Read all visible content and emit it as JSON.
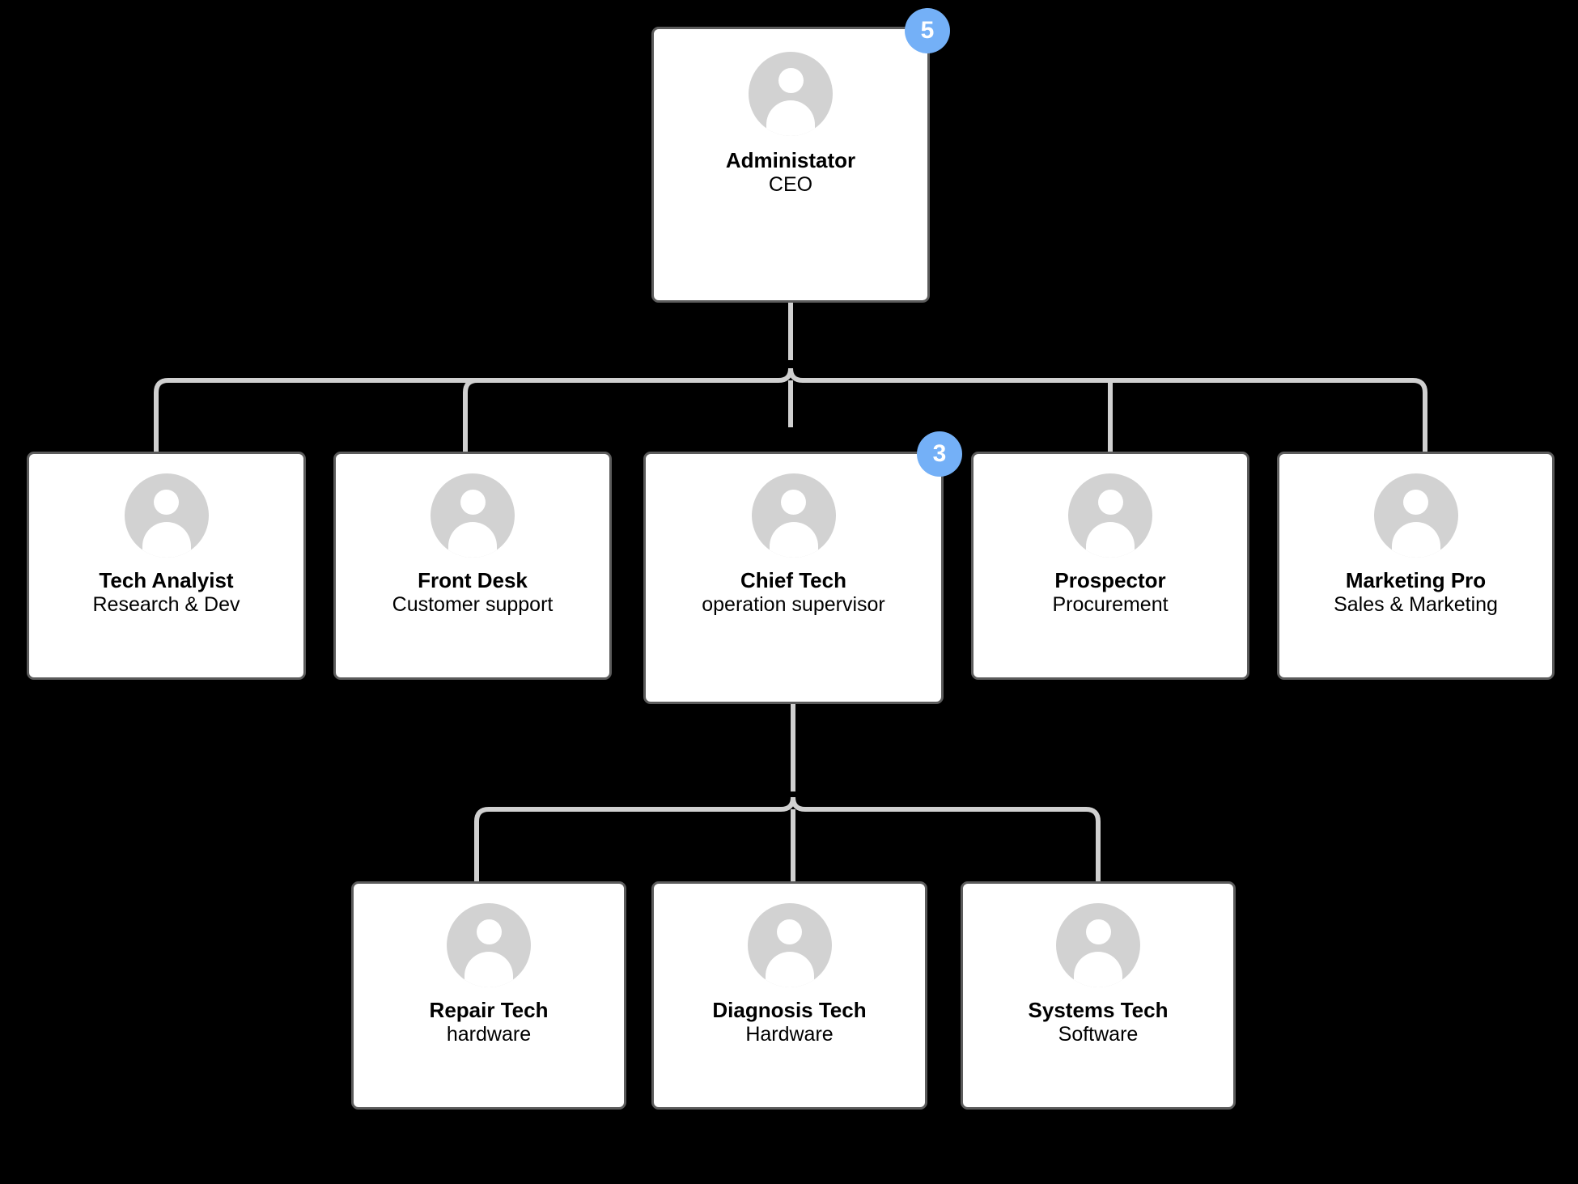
{
  "chart_data": {
    "type": "diagram",
    "diagram_type": "organization-chart",
    "title": "",
    "orientation": "top-down",
    "levels": 3,
    "node_count": 9,
    "edges": [
      [
        "root",
        "tech-analyist"
      ],
      [
        "root",
        "front-desk"
      ],
      [
        "root",
        "chief-tech"
      ],
      [
        "root",
        "prospector"
      ],
      [
        "root",
        "marketing-pro"
      ],
      [
        "chief-tech",
        "repair-tech"
      ],
      [
        "chief-tech",
        "diagnosis-tech"
      ],
      [
        "chief-tech",
        "systems-tech"
      ]
    ]
  },
  "colors": {
    "background": "#000000",
    "card_fill": "#ffffff",
    "card_border": "#5c5c5c",
    "connector": "#d0d0d0",
    "badge": "#74b0f7",
    "badge_text": "#ffffff",
    "avatar_fill": "#d2d2d2",
    "avatar_glyph": "#ffffff",
    "text": "#000000"
  },
  "icons": {
    "avatar": "person-icon"
  },
  "nodes": {
    "root": {
      "id": "root",
      "title": "Administator",
      "subtitle": "CEO",
      "badge": "5",
      "has_badge": true,
      "level": 0
    },
    "tech_analyist": {
      "id": "tech-analyist",
      "title": "Tech Analyist",
      "subtitle": "Research & Dev",
      "badge": "",
      "has_badge": false,
      "level": 1
    },
    "front_desk": {
      "id": "front-desk",
      "title": "Front Desk",
      "subtitle": "Customer support",
      "badge": "",
      "has_badge": false,
      "level": 1
    },
    "chief_tech": {
      "id": "chief-tech",
      "title": "Chief Tech",
      "subtitle": "operation supervisor",
      "badge": "3",
      "has_badge": true,
      "level": 1
    },
    "prospector": {
      "id": "prospector",
      "title": "Prospector",
      "subtitle": "Procurement",
      "badge": "",
      "has_badge": false,
      "level": 1
    },
    "marketing_pro": {
      "id": "marketing-pro",
      "title": "Marketing Pro",
      "subtitle": "Sales & Marketing",
      "badge": "",
      "has_badge": false,
      "level": 1
    },
    "repair_tech": {
      "id": "repair-tech",
      "title": "Repair Tech",
      "subtitle": "hardware",
      "badge": "",
      "has_badge": false,
      "level": 2
    },
    "diagnosis_tech": {
      "id": "diagnosis-tech",
      "title": "Diagnosis Tech",
      "subtitle": "Hardware",
      "badge": "",
      "has_badge": false,
      "level": 2
    },
    "systems_tech": {
      "id": "systems-tech",
      "title": "Systems Tech",
      "subtitle": "Software",
      "badge": "",
      "has_badge": false,
      "level": 2
    }
  }
}
